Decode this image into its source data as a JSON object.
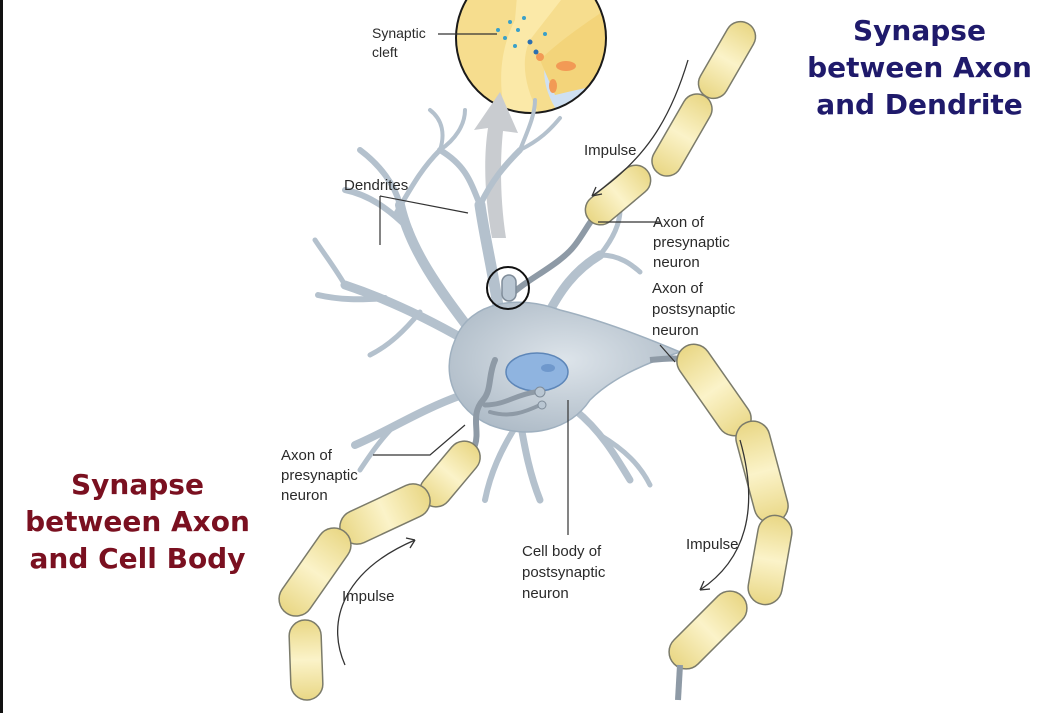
{
  "titles": {
    "right": [
      "Synapse",
      "between Axon",
      "and Dendrite"
    ],
    "left": [
      "Synapse",
      "between Axon",
      "and Cell Body"
    ]
  },
  "labels": {
    "synaptic_cleft": [
      "Synaptic",
      "cleft"
    ],
    "dendrites": "Dendrites",
    "impulse_top": "Impulse",
    "axon_pre_top": [
      "Axon of",
      "presynaptic",
      "neuron"
    ],
    "axon_post": [
      "Axon of",
      "postsynaptic",
      "neuron"
    ],
    "axon_pre_bottom": [
      "Axon of",
      "presynaptic",
      "neuron"
    ],
    "cell_body": [
      "Cell body of",
      "postsynaptic",
      "neuron"
    ],
    "impulse_right": "Impulse",
    "impulse_left": "Impulse"
  },
  "colors": {
    "title_right": "#1f1a6b",
    "title_left": "#7a1020",
    "neuron_fill": "#bcc7d1",
    "myelin_fill": "#f5e7a6",
    "nucleus_fill": "#8fb4e0"
  }
}
